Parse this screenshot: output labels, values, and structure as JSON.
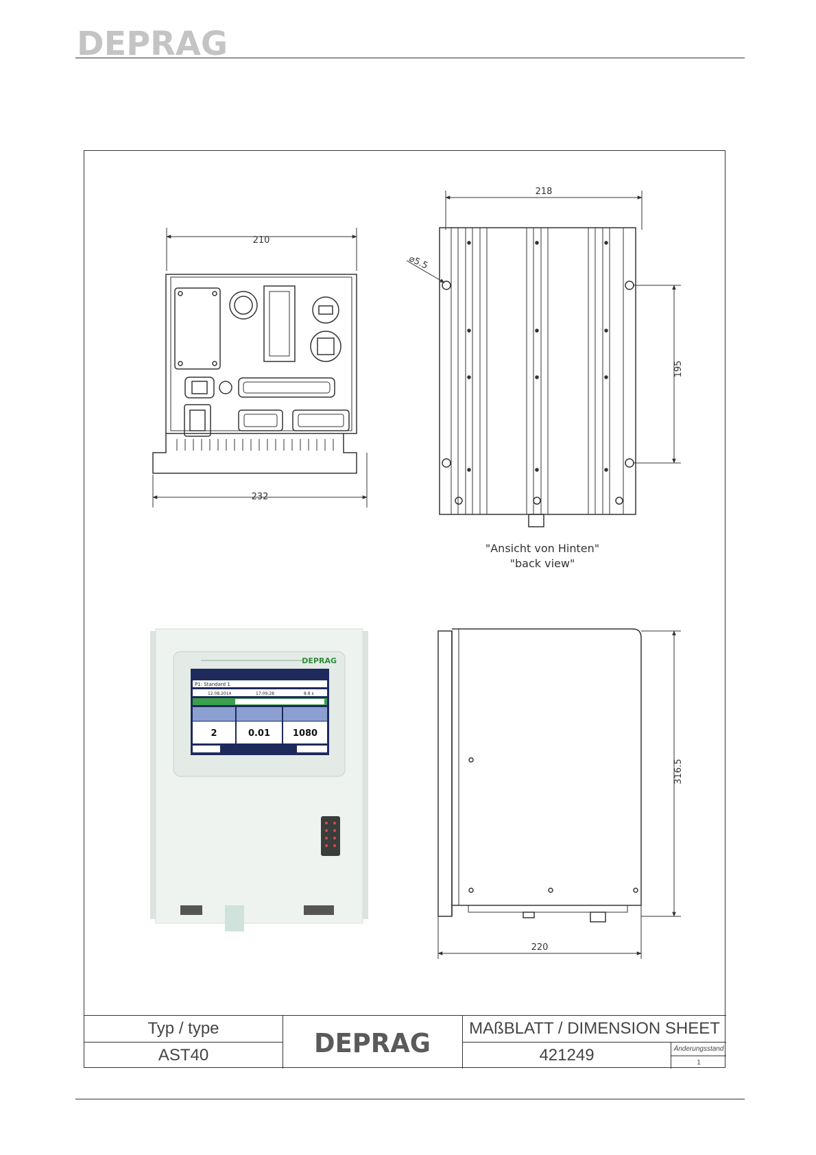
{
  "header": {
    "logo_text": "DEPRAG"
  },
  "drawing": {
    "front_view": {
      "dim_top": "210",
      "dim_bottom": "232"
    },
    "back_view": {
      "dim_top": "218",
      "dim_hole": "5.5",
      "dim_side": "195",
      "caption_de": "\"Ansicht von Hinten\"",
      "caption_en": "\"back view\""
    },
    "side_view": {
      "dim_bottom": "220",
      "dim_side": "316.5"
    },
    "photo": {
      "brand": "DEPRAG",
      "screen_title": "P1: Standard 1",
      "date": "12.08.2014",
      "time": "17:09:28",
      "duration": "8.8 s",
      "val1": "2",
      "val2": "0.01",
      "val3": "1080"
    }
  },
  "titleblock": {
    "type_label": "Typ / type",
    "type_value": "AST40",
    "logo_text": "DEPRAG",
    "sheet_title": "MAßBLATT / DIMENSION SHEET",
    "sheet_number": "421249",
    "revision_label": "Änderungsstand",
    "revision_value": "1"
  }
}
